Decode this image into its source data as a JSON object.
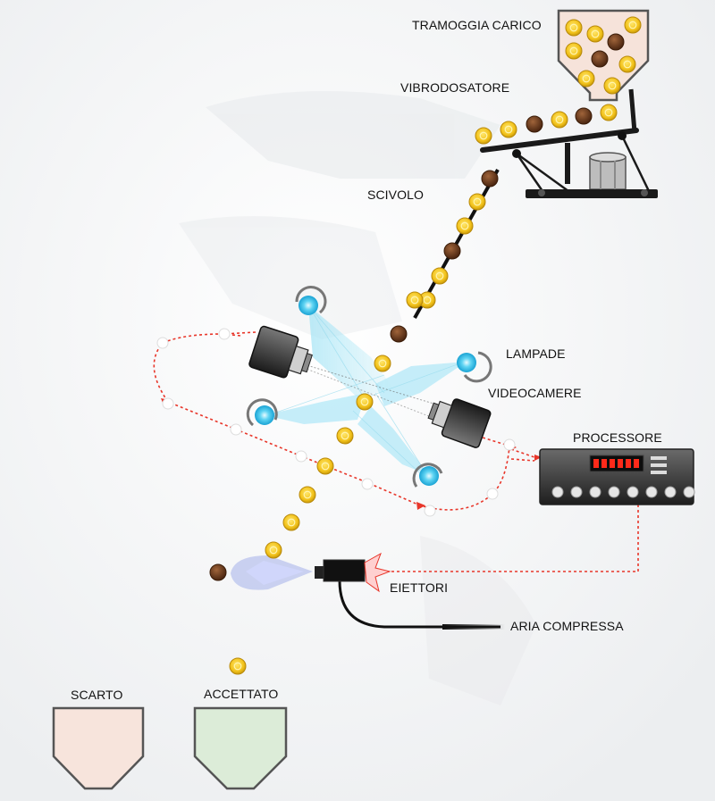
{
  "labels": {
    "hopper": "TRAMOGGIA CARICO",
    "vibrator": "VIBRODOSATORE",
    "chute": "SCIVOLO",
    "lamps": "LAMPADE",
    "cameras": "VIDEOCAMERE",
    "processor": "PROCESSORE",
    "ejectors": "EIETTORI",
    "compressed_air": "ARIA COMPRESSA",
    "reject": "SCARTO",
    "accepted": "ACCETTATO"
  },
  "colors": {
    "good_item": "#f2c21b",
    "bad_item": "#6b3a1c",
    "signal_line": "#e8362a",
    "light_beam": "#7fd3ea",
    "reject_bin": "#f7e4dc",
    "accepted_bin": "#dcecd8",
    "hopper_fill": "#f6e3da",
    "processor_display": "#ff2a1a"
  }
}
